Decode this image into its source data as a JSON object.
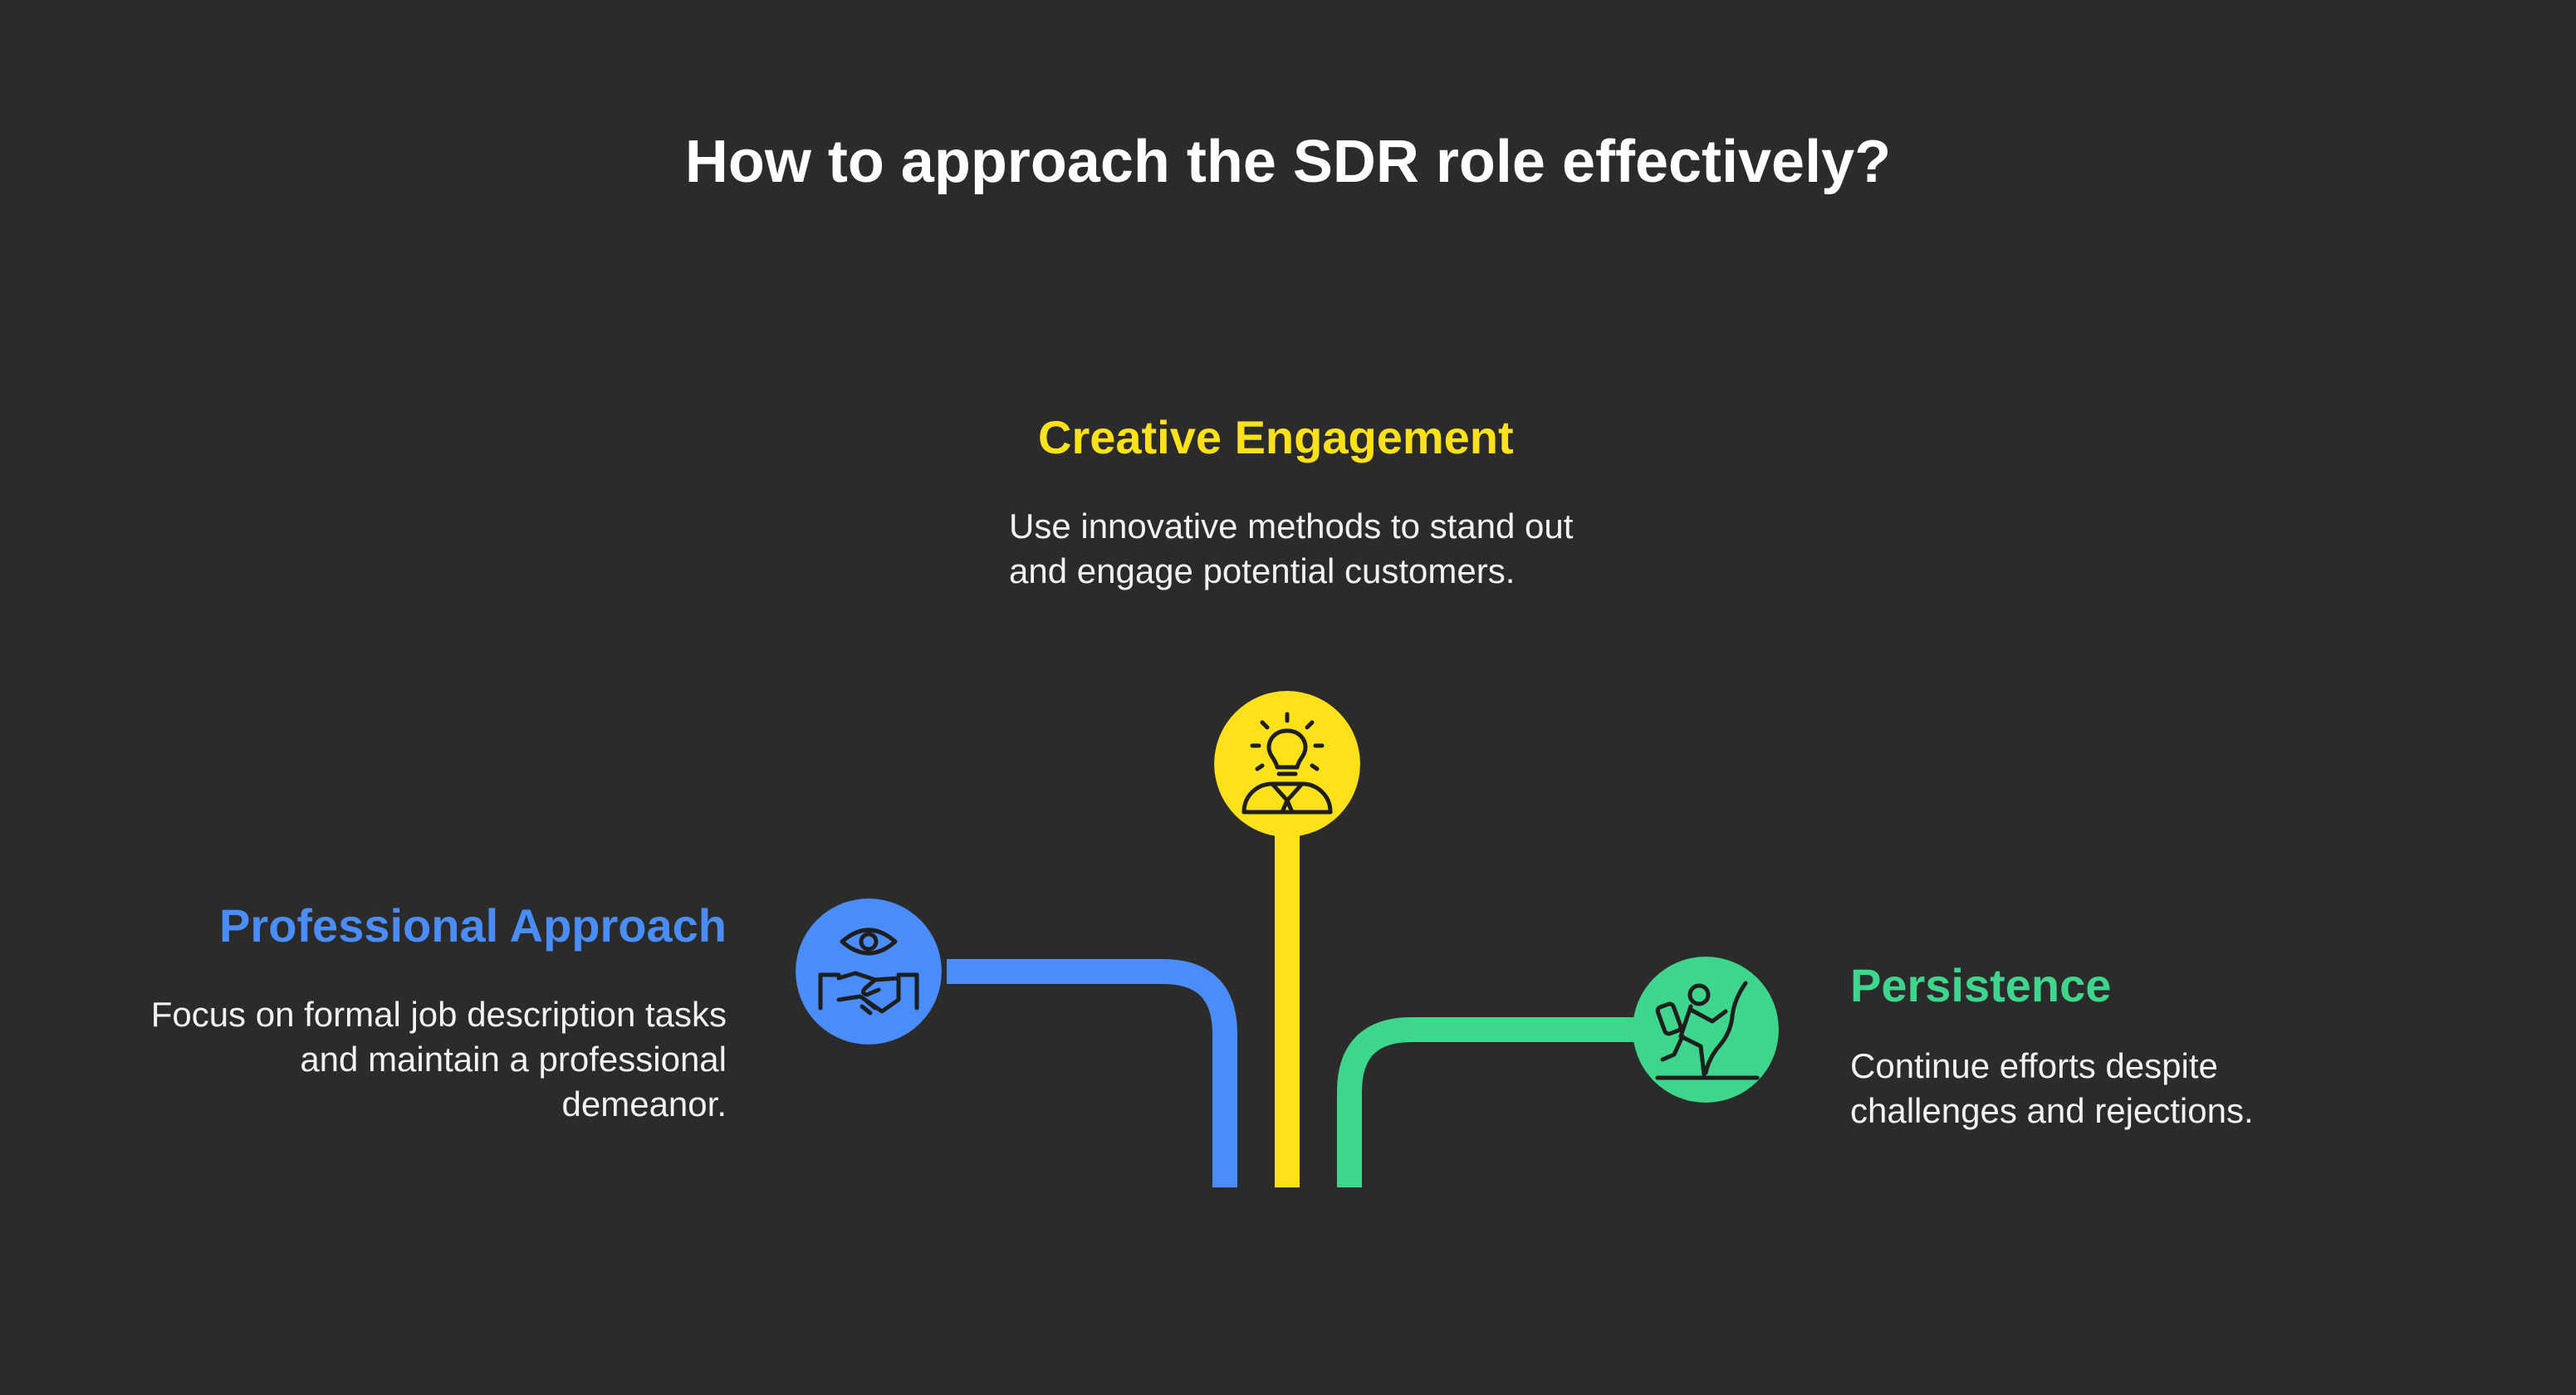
{
  "title": "How to approach the SDR role effectively?",
  "colors": {
    "background": "#2b2b2b",
    "professional": "#4b8df8",
    "creative": "#ffe11a",
    "persistence": "#3dd68c",
    "icon_stroke": "#1e1e1e"
  },
  "branches": {
    "creative": {
      "heading": "Creative Engagement",
      "description": "Use innovative methods to stand out and engage potential customers.",
      "icon": "lightbulb-person-icon"
    },
    "professional": {
      "heading": "Professional Approach",
      "description": "Focus on formal job description tasks and maintain a professional demeanor.",
      "icon": "eye-handshake-icon"
    },
    "persistence": {
      "heading": "Persistence",
      "description": "Continue efforts despite challenges and rejections.",
      "icon": "climber-icon"
    }
  }
}
